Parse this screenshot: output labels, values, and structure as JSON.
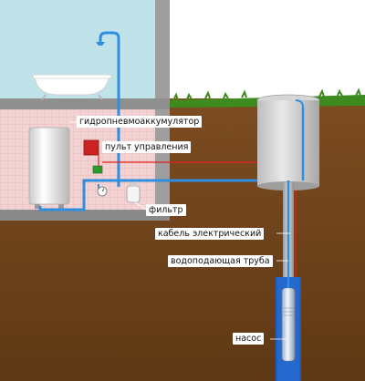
{
  "labels": {
    "accumulator": "гидропневмоаккумулятор",
    "control_panel": "пульт управления",
    "filter": "фильтр",
    "cable": "кабель электрический",
    "pipe": "водоподающая труба",
    "pump": "насос"
  },
  "colors": {
    "sky_room": "#bfe3e8",
    "floor_room": "#f0cfcf",
    "wall": "#9e9e9e",
    "soil": "#7a4a1f",
    "grass": "#3d8a1e",
    "water_pipe": "#2f8ee0",
    "cable": "#e02020",
    "control_box": "#cc2222",
    "pump_water": "#1f5fc2"
  }
}
